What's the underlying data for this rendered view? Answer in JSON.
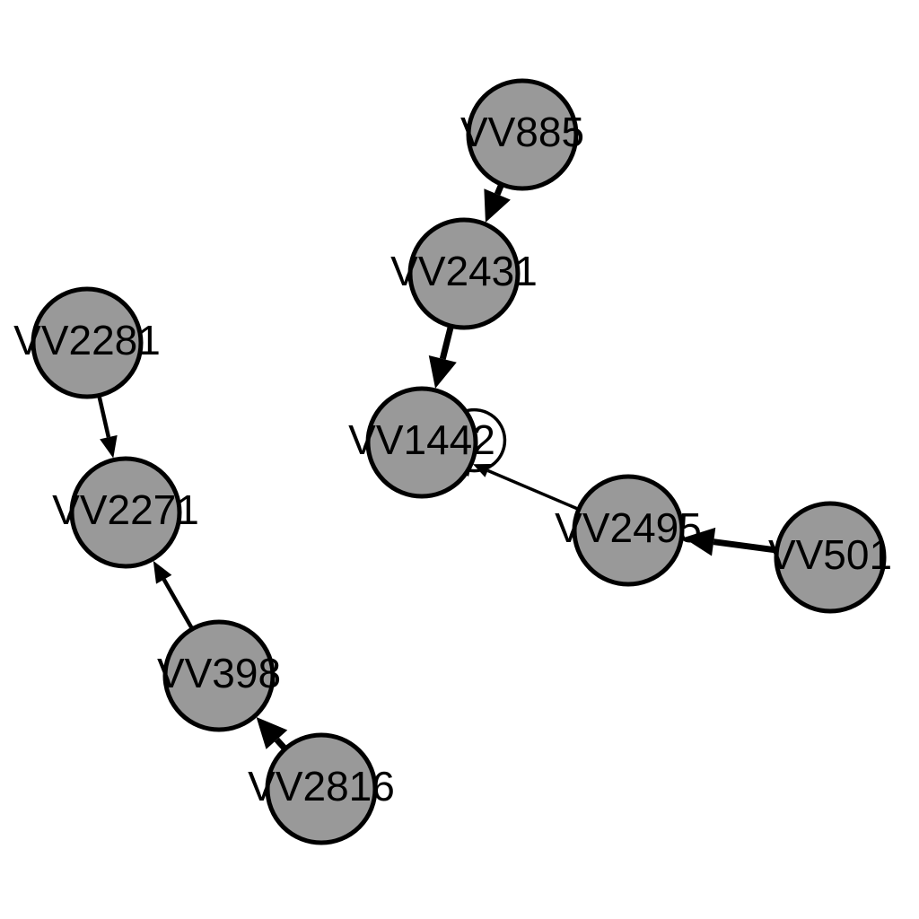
{
  "colors": {
    "background": "#ffffff",
    "node_fill": "#999999",
    "node_stroke": "#000000",
    "edge": "#000000"
  },
  "nodes": [
    {
      "id": "VV885",
      "label": "VV885"
    },
    {
      "id": "VV2431",
      "label": "VV2431"
    },
    {
      "id": "VV1442",
      "label": "VV1442"
    },
    {
      "id": "VV2495",
      "label": "VV2495"
    },
    {
      "id": "VV501",
      "label": "VV501"
    },
    {
      "id": "VV2281",
      "label": "VV2281"
    },
    {
      "id": "VV2271",
      "label": "VV2271"
    },
    {
      "id": "VV398",
      "label": "VV398"
    },
    {
      "id": "VV2816",
      "label": "VV2816"
    }
  ],
  "edges": [
    {
      "source": "VV885",
      "target": "VV2431",
      "weight": "heavy"
    },
    {
      "source": "VV2431",
      "target": "VV1442",
      "weight": "heavy"
    },
    {
      "source": "VV1442",
      "target": "VV1442",
      "weight": "light",
      "self_loop": true
    },
    {
      "source": "VV2495",
      "target": "VV1442",
      "weight": "light"
    },
    {
      "source": "VV501",
      "target": "VV2495",
      "weight": "heavy"
    },
    {
      "source": "VV2281",
      "target": "VV2271",
      "weight": "medium"
    },
    {
      "source": "VV398",
      "target": "VV2271",
      "weight": "medium"
    },
    {
      "source": "VV2816",
      "target": "VV398",
      "weight": "heavy"
    }
  ]
}
